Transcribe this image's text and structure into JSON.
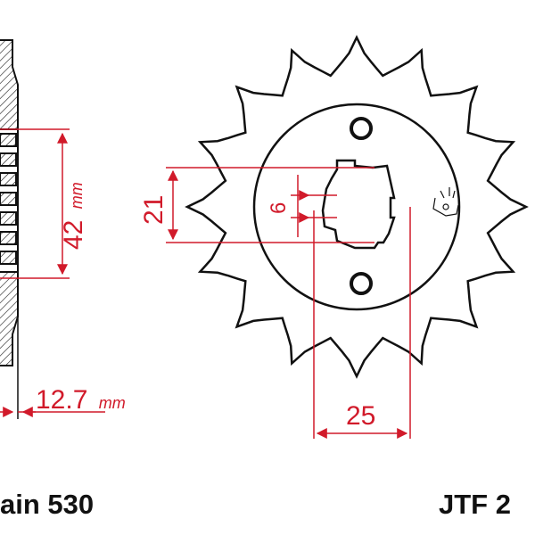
{
  "labels": {
    "pitch_circle_dim": "42",
    "pitch_circle_unit": "mm",
    "chain_width_dim": "12.7",
    "chain_width_unit": "mm",
    "spline_height_dim": "21",
    "spline_key_dim": "6",
    "bore_width_dim": "25"
  },
  "captions": {
    "chain": "ain 530",
    "part_number": "JTF 2"
  },
  "colors": {
    "outline": "#111111",
    "dimension": "#d11a2a",
    "background": "#ffffff"
  },
  "sprocket": {
    "teeth": 16
  }
}
